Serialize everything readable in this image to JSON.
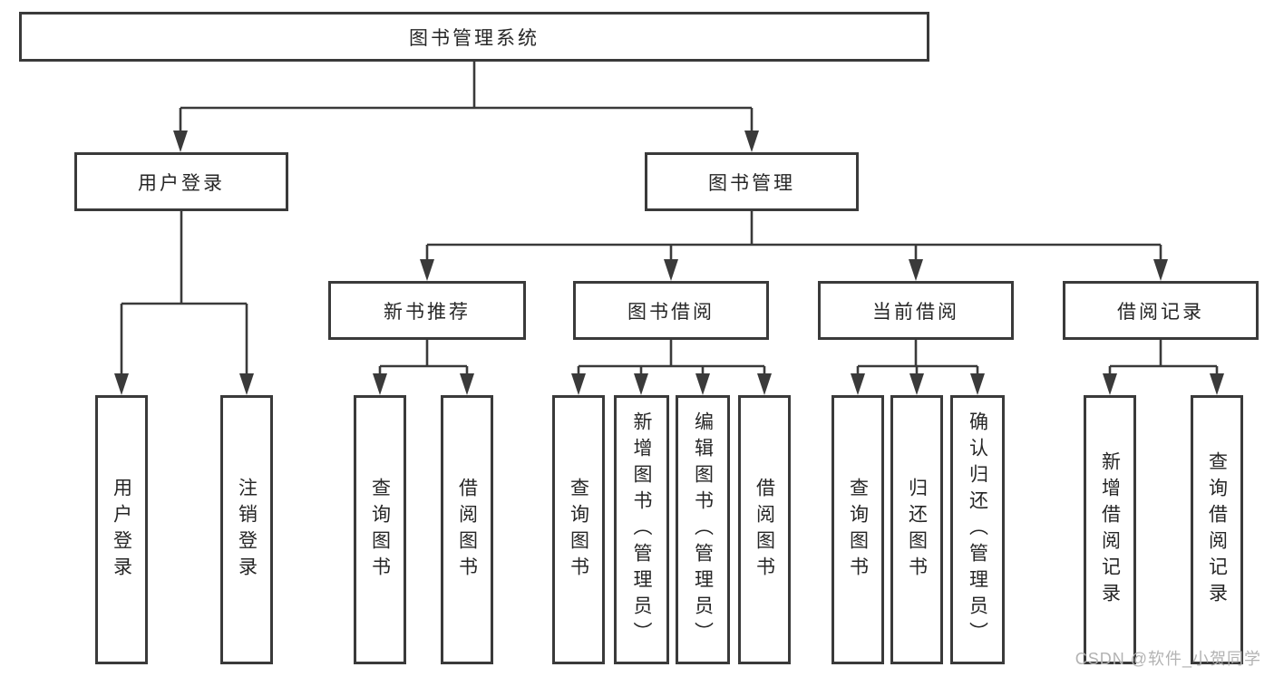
{
  "diagram": {
    "title": "图书管理系统",
    "root": {
      "label": "图书管理系统"
    },
    "level2": [
      {
        "label": "用户登录"
      },
      {
        "label": "图书管理"
      }
    ],
    "level3": [
      {
        "label": "新书推荐",
        "parent": "图书管理"
      },
      {
        "label": "图书借阅",
        "parent": "图书管理"
      },
      {
        "label": "当前借阅",
        "parent": "图书管理"
      },
      {
        "label": "借阅记录",
        "parent": "图书管理"
      }
    ],
    "leaves": [
      {
        "label": "用户登录",
        "parent": "用户登录"
      },
      {
        "label": "注销登录",
        "parent": "用户登录"
      },
      {
        "label": "查询图书",
        "parent": "新书推荐"
      },
      {
        "label": "借阅图书",
        "parent": "新书推荐"
      },
      {
        "label": "查询图书",
        "parent": "图书借阅"
      },
      {
        "label": "新增图书（管理员）",
        "parent": "图书借阅"
      },
      {
        "label": "编辑图书（管理员）",
        "parent": "图书借阅"
      },
      {
        "label": "借阅图书",
        "parent": "图书借阅"
      },
      {
        "label": "查询图书",
        "parent": "当前借阅"
      },
      {
        "label": "归还图书",
        "parent": "当前借阅"
      },
      {
        "label": "确认归还（管理员）",
        "parent": "当前借阅"
      },
      {
        "label": "新增借阅记录",
        "parent": "借阅记录"
      },
      {
        "label": "查询借阅记录",
        "parent": "借阅记录"
      }
    ]
  },
  "watermark": {
    "text": "CSDN @软件_小贺同学"
  },
  "colors": {
    "line": "#3a3a3a",
    "box_border": "#3a3a3a",
    "text": "#262626",
    "watermark_text": "#b3b3b3",
    "background": "#ffffff"
  }
}
